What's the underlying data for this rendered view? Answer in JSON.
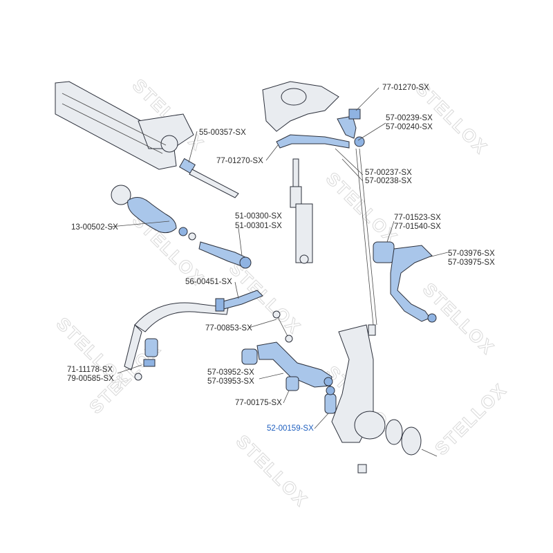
{
  "watermark": {
    "brand": "STELLOX"
  },
  "parts": {
    "p_77_01270_top": "77-01270-SX",
    "p_57_00239": "57-00239-SX",
    "p_57_00240": "57-00240-SX",
    "p_55_00357": "55-00357-SX",
    "p_77_01270_mid": "77-01270-SX",
    "p_57_00237": "57-00237-SX",
    "p_57_00238": "57-00238-SX",
    "p_51_00300": "51-00300-SX",
    "p_51_00301": "51-00301-SX",
    "p_13_00502": "13-00502-SX",
    "p_77_01523": "77-01523-SX",
    "p_77_01540": "77-01540-SX",
    "p_57_03976": "57-03976-SX",
    "p_57_03975": "57-03975-SX",
    "p_56_00451": "56-00451-SX",
    "p_77_00853": "77-00853-SX",
    "p_71_11178": "71-11178-SX",
    "p_79_00585": "79-00585-SX",
    "p_57_03952": "57-03952-SX",
    "p_57_03953": "57-03953-SX",
    "p_77_00175": "77-00175-SX",
    "p_52_00159": "52-00159-SX"
  },
  "colors": {
    "part_fill": "#a9c6ea",
    "highlight_label": "#1f5fbf",
    "label": "#2a2a2a"
  }
}
